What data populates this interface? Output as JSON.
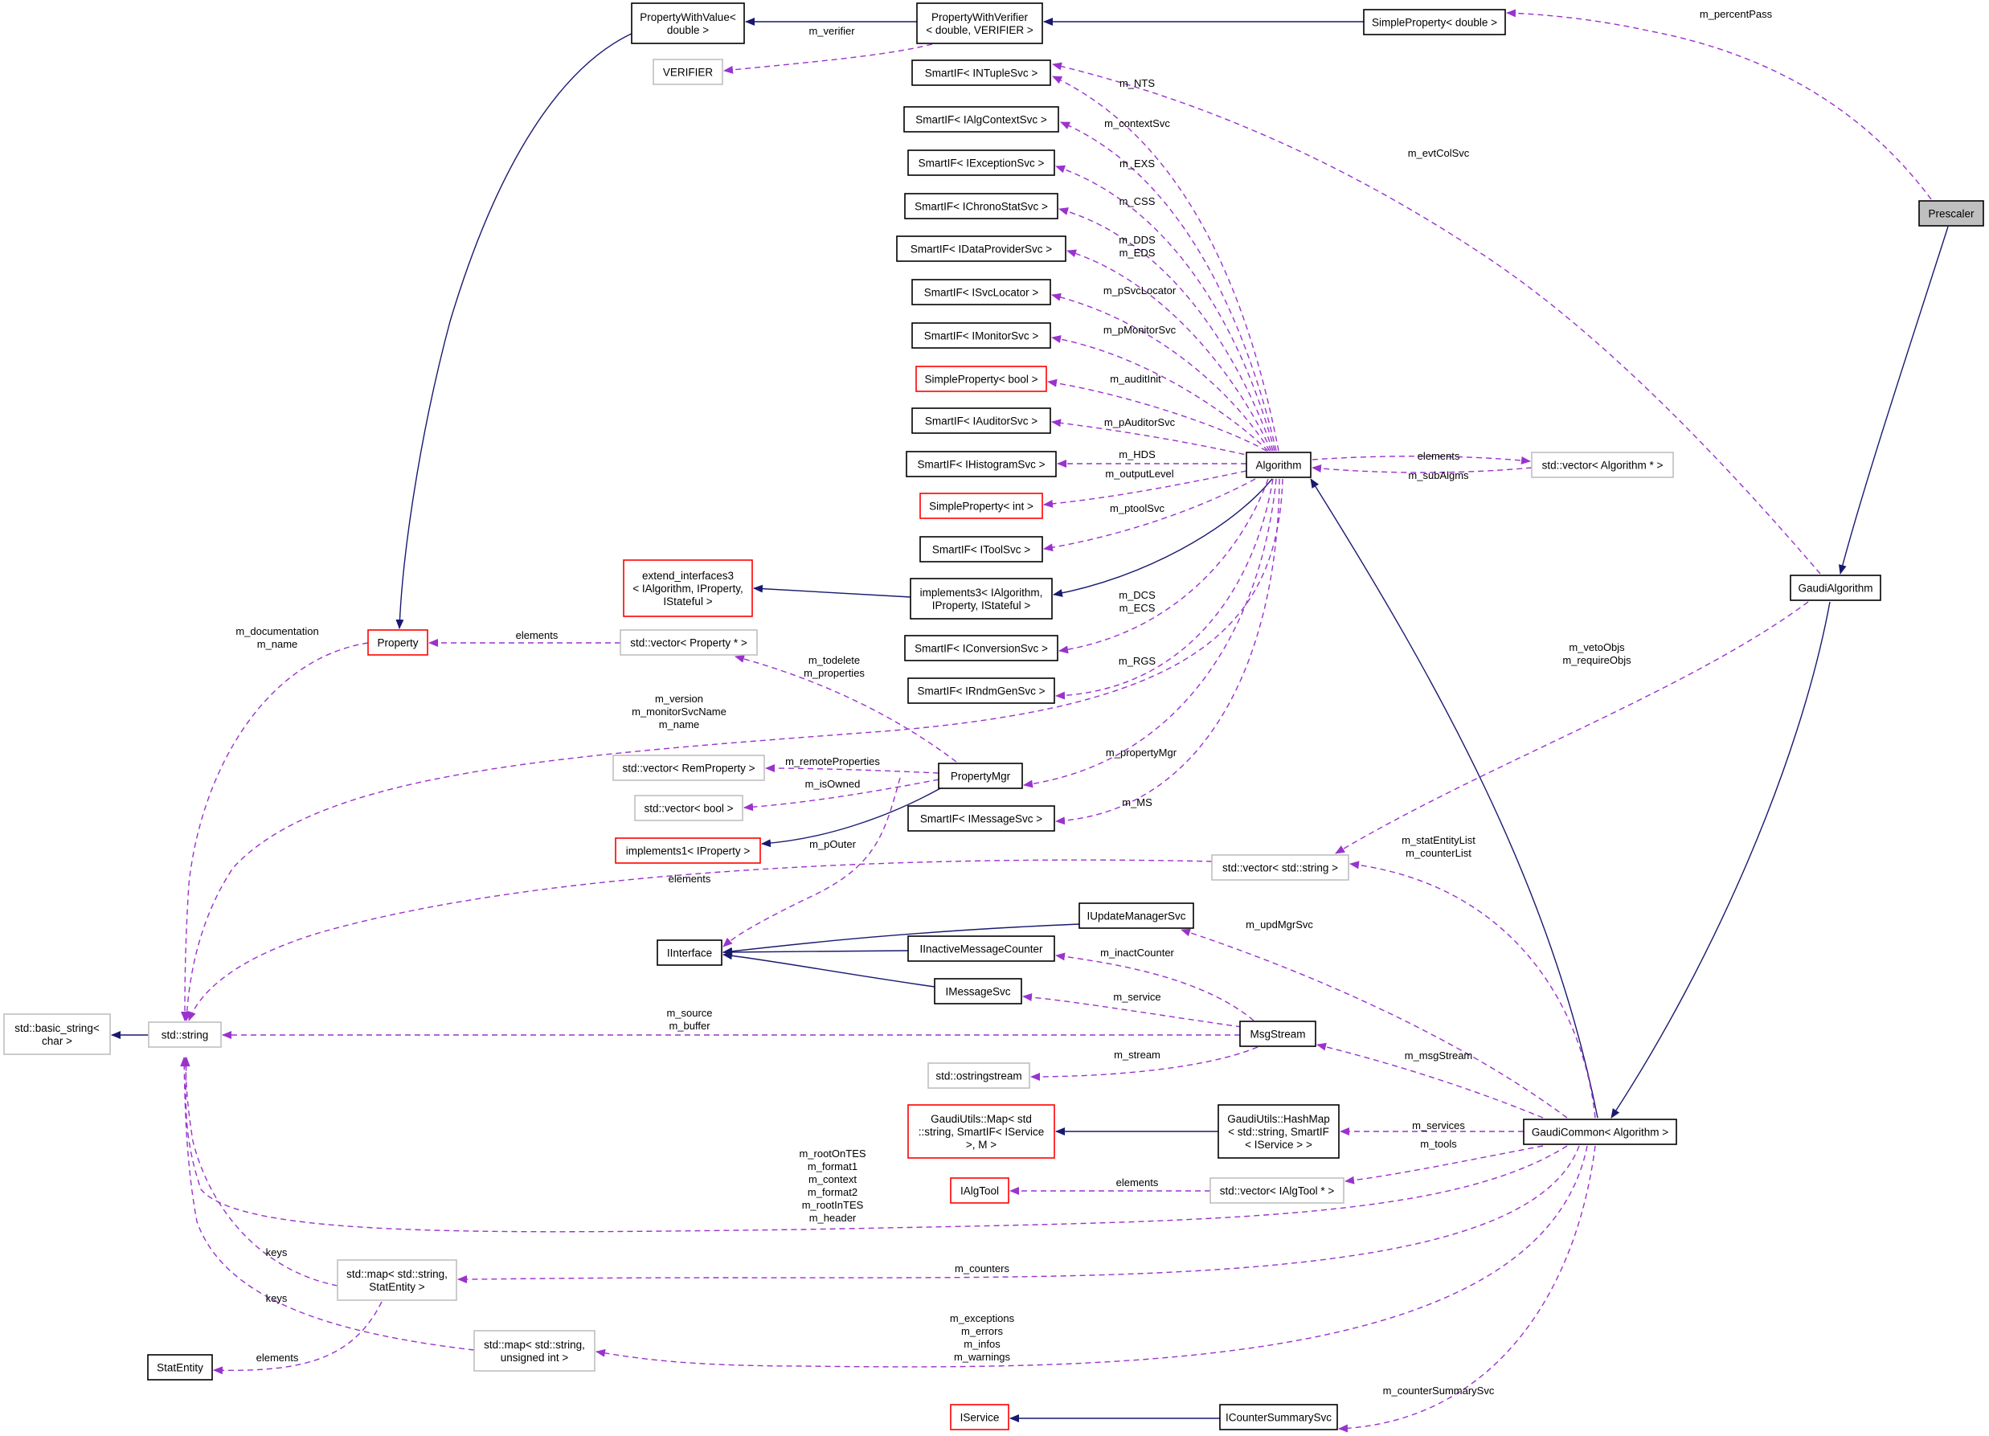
{
  "colors": {
    "inheritance_edge": "#191970",
    "usage_edge": "#9a32cd",
    "documented_border": "#000000",
    "undocumented_border": "#ff0000",
    "external_border": "#bfbfbf",
    "focus_fill": "#bfbfbf"
  },
  "nodes": {
    "prescaler": [
      "Prescaler"
    ],
    "gaudi_algorithm": [
      "GaudiAlgorithm"
    ],
    "gaudi_common": [
      "GaudiCommon< Algorithm >"
    ],
    "algorithm": [
      "Algorithm"
    ],
    "property_with_value": [
      "PropertyWithValue<",
      "double >"
    ],
    "property_with_verifier": [
      "PropertyWithVerifier",
      "< double, VERIFIER >"
    ],
    "simple_property_double": [
      "SimpleProperty< double >"
    ],
    "verifier": [
      "VERIFIER"
    ],
    "smartif_ntuple": [
      "SmartIF< INTupleSvc >"
    ],
    "smartif_algcontext": [
      "SmartIF< IAlgContextSvc >"
    ],
    "smartif_exception": [
      "SmartIF< IExceptionSvc >"
    ],
    "smartif_chronostat": [
      "SmartIF< IChronoStatSvc >"
    ],
    "smartif_dataprovider": [
      "SmartIF< IDataProviderSvc >"
    ],
    "smartif_svclocator": [
      "SmartIF< ISvcLocator >"
    ],
    "smartif_monitor": [
      "SmartIF< IMonitorSvc >"
    ],
    "simple_property_bool": [
      "SimpleProperty< bool >"
    ],
    "smartif_auditor": [
      "SmartIF< IAuditorSvc >"
    ],
    "smartif_histogram": [
      "SmartIF< IHistogramSvc >"
    ],
    "simple_property_int": [
      "SimpleProperty< int >"
    ],
    "smartif_tool": [
      "SmartIF< IToolSvc >"
    ],
    "implements3": [
      "implements3< IAlgorithm,",
      "IProperty, IStateful >"
    ],
    "extend_interfaces3": [
      "extend_interfaces3",
      "< IAlgorithm, IProperty,",
      "IStateful >"
    ],
    "smartif_conversion": [
      "SmartIF< IConversionSvc >"
    ],
    "smartif_rndmgen": [
      "SmartIF< IRndmGenSvc >"
    ],
    "property": [
      "Property"
    ],
    "vector_property_ptr": [
      "std::vector< Property * >"
    ],
    "vector_algorithm_ptr": [
      "std::vector< Algorithm * >"
    ],
    "property_mgr": [
      "PropertyMgr"
    ],
    "vector_remproperty": [
      "std::vector< RemProperty >"
    ],
    "vector_bool": [
      "std::vector< bool >"
    ],
    "implements1": [
      "implements1< IProperty >"
    ],
    "smartif_message": [
      "SmartIF< IMessageSvc >"
    ],
    "vector_string": [
      "std::vector< std::string >"
    ],
    "iupdate_manager_svc": [
      "IUpdateManagerSvc"
    ],
    "iinterface": [
      "IInterface"
    ],
    "iinactive_message_counter": [
      "IInactiveMessageCounter"
    ],
    "imessage_svc": [
      "IMessageSvc"
    ],
    "msg_stream": [
      "MsgStream"
    ],
    "basic_string": [
      "std::basic_string<",
      "char >"
    ],
    "std_string": [
      "std::string"
    ],
    "ostringstream": [
      "std::ostringstream"
    ],
    "gaudiutils_map": [
      "GaudiUtils::Map< std",
      "::string, SmartIF< IService",
      ">, M >"
    ],
    "gaudiutils_hashmap": [
      "GaudiUtils::HashMap",
      "< std::string, SmartIF",
      "< IService > >"
    ],
    "ialgtool": [
      "IAlgTool"
    ],
    "vector_ialgtool_ptr": [
      "std::vector< IAlgTool * >"
    ],
    "map_string_statentity": [
      "std::map< std::string,",
      "StatEntity >"
    ],
    "map_string_uint": [
      "std::map< std::string,",
      "unsigned int >"
    ],
    "stat_entity": [
      "StatEntity"
    ],
    "iservice": [
      "IService"
    ],
    "icounter_summary_svc": [
      "ICounterSummarySvc"
    ]
  },
  "edge_labels": {
    "m_percentPass": [
      "m_percentPass"
    ],
    "m_verifier": [
      "m_verifier"
    ],
    "m_NTS": [
      "m_NTS"
    ],
    "m_contextSvc": [
      "m_contextSvc"
    ],
    "m_EXS": [
      "m_EXS"
    ],
    "m_CSS": [
      "m_CSS"
    ],
    "m_DDS_EDS": [
      "m_DDS",
      "m_EDS"
    ],
    "m_pSvcLocator": [
      "m_pSvcLocator"
    ],
    "m_pMonitorSvc": [
      "m_pMonitorSvc"
    ],
    "m_auditInit": [
      "m_auditInit"
    ],
    "m_pAuditorSvc": [
      "m_pAuditorSvc"
    ],
    "m_HDS": [
      "m_HDS"
    ],
    "m_outputLevel": [
      "m_outputLevel"
    ],
    "m_ptoolSvc": [
      "m_ptoolSvc"
    ],
    "m_DCS_ECS": [
      "m_DCS",
      "m_ECS"
    ],
    "m_RGS": [
      "m_RGS"
    ],
    "m_propertyMgr": [
      "m_propertyMgr"
    ],
    "m_MS": [
      "m_MS"
    ],
    "m_evtColSvc": [
      "m_evtColSvc"
    ],
    "alg_elements": [
      "elements"
    ],
    "m_subAlgms": [
      "m_subAlgms"
    ],
    "prop_elements": [
      "elements"
    ],
    "m_documentation_name": [
      "m_documentation",
      "m_name"
    ],
    "m_todelete_properties": [
      "m_todelete",
      "m_properties"
    ],
    "m_version_group": [
      "m_version",
      "m_monitorSvcName",
      "m_name"
    ],
    "m_remoteProperties": [
      "m_remoteProperties"
    ],
    "m_isOwned": [
      "m_isOwned"
    ],
    "m_pOuter": [
      "m_pOuter"
    ],
    "str_elements": [
      "elements"
    ],
    "m_vetoObjs": [
      "m_vetoObjs",
      "m_requireObjs"
    ],
    "m_statEntityList": [
      "m_statEntityList",
      "m_counterList"
    ],
    "m_updMgrSvc": [
      "m_updMgrSvc"
    ],
    "m_inactCounter": [
      "m_inactCounter"
    ],
    "m_service": [
      "m_service"
    ],
    "m_source_buffer": [
      "m_source",
      "m_buffer"
    ],
    "m_msgStream": [
      "m_msgStream"
    ],
    "m_stream": [
      "m_stream"
    ],
    "m_services": [
      "m_services"
    ],
    "m_tools": [
      "m_tools"
    ],
    "tool_elements": [
      "elements"
    ],
    "m_rootOnTES_group": [
      "m_rootOnTES",
      "m_format1",
      "m_context",
      "m_format2",
      "m_rootInTES",
      "m_header"
    ],
    "keys_1": [
      "keys"
    ],
    "keys_2": [
      "keys"
    ],
    "m_counters": [
      "m_counters"
    ],
    "stat_elements": [
      "elements"
    ],
    "m_exceptions_group": [
      "m_exceptions",
      "m_errors",
      "m_infos",
      "m_warnings"
    ],
    "m_counterSummarySvc": [
      "m_counterSummarySvc"
    ]
  }
}
